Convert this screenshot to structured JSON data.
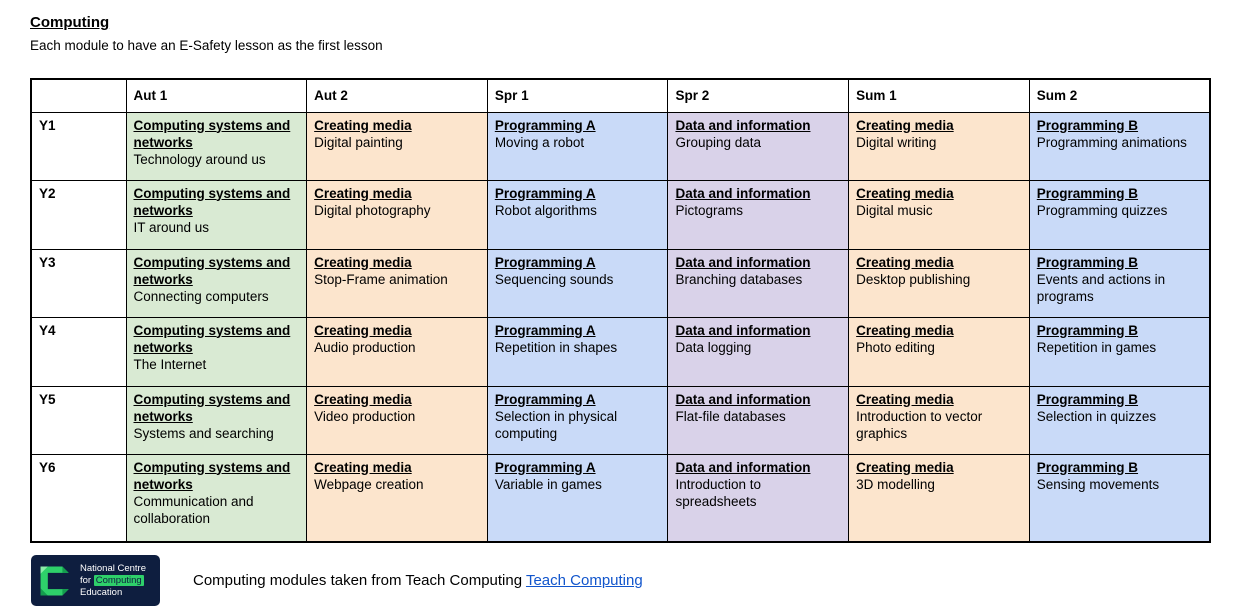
{
  "page": {
    "title": "Computing",
    "subtitle": "Each module to have an E-Safety lesson as the first lesson"
  },
  "table": {
    "headers": [
      "",
      "Aut 1",
      "Aut 2",
      "Spr 1",
      "Spr 2",
      "Sum 1",
      "Sum 2"
    ],
    "rows": [
      {
        "year": "Y1",
        "cells": [
          {
            "category": "Computing systems and networks",
            "topic": "Technology around us",
            "color": "green"
          },
          {
            "category": "Creating media",
            "topic": "Digital painting",
            "color": "orange"
          },
          {
            "category": "Programming A",
            "topic": "Moving a robot",
            "color": "blue"
          },
          {
            "category": "Data and information",
            "topic": "Grouping data",
            "color": "purple"
          },
          {
            "category": "Creating media",
            "topic": "Digital writing",
            "color": "orange"
          },
          {
            "category": "Programming B",
            "topic": "Programming animations",
            "color": "blue"
          }
        ]
      },
      {
        "year": "Y2",
        "cells": [
          {
            "category": "Computing systems and networks",
            "topic": "IT around us",
            "color": "green"
          },
          {
            "category": "Creating media",
            "topic": "Digital photography",
            "color": "orange"
          },
          {
            "category": "Programming A",
            "topic": "Robot algorithms",
            "color": "blue"
          },
          {
            "category": "Data and information",
            "topic": "Pictograms",
            "color": "purple"
          },
          {
            "category": "Creating media",
            "topic": "Digital music",
            "color": "orange"
          },
          {
            "category": "Programming B",
            "topic": "Programming quizzes",
            "color": "blue"
          }
        ]
      },
      {
        "year": "Y3",
        "cells": [
          {
            "category": "Computing systems and networks",
            "topic": "Connecting computers",
            "color": "green"
          },
          {
            "category": "Creating media",
            "topic": "Stop-Frame animation",
            "color": "orange"
          },
          {
            "category": "Programming A",
            "topic": "Sequencing sounds",
            "color": "blue"
          },
          {
            "category": "Data and information",
            "topic": "Branching databases",
            "color": "purple"
          },
          {
            "category": "Creating media",
            "topic": "Desktop publishing",
            "color": "orange"
          },
          {
            "category": "Programming B",
            "topic": "Events and actions in programs",
            "color": "blue"
          }
        ]
      },
      {
        "year": "Y4",
        "cells": [
          {
            "category": "Computing systems and networks",
            "topic": "The Internet",
            "color": "green"
          },
          {
            "category": "Creating media",
            "topic": "Audio production",
            "color": "orange"
          },
          {
            "category": "Programming A",
            "topic": "Repetition in shapes",
            "color": "blue"
          },
          {
            "category": "Data and information",
            "topic": "Data logging",
            "color": "purple"
          },
          {
            "category": "Creating media",
            "topic": "Photo editing",
            "color": "orange"
          },
          {
            "category": "Programming B",
            "topic": "Repetition in games",
            "color": "blue"
          }
        ]
      },
      {
        "year": "Y5",
        "cells": [
          {
            "category": "Computing systems and networks",
            "topic": "Systems and searching",
            "color": "green"
          },
          {
            "category": "Creating media",
            "topic": "Video production",
            "color": "orange"
          },
          {
            "category": "Programming A",
            "topic": "Selection in physical computing",
            "color": "blue"
          },
          {
            "category": "Data and information",
            "topic": "Flat-file databases",
            "color": "purple"
          },
          {
            "category": "Creating media",
            "topic": "Introduction to vector graphics",
            "color": "orange"
          },
          {
            "category": "Programming B",
            "topic": "Selection in quizzes",
            "color": "blue"
          }
        ]
      },
      {
        "year": "Y6",
        "cells": [
          {
            "category": "Computing systems and networks",
            "topic": "Communication and collaboration",
            "color": "green"
          },
          {
            "category": "Creating media",
            "topic": "Webpage creation",
            "color": "orange"
          },
          {
            "category": "Programming A",
            "topic": "Variable in games",
            "color": "blue"
          },
          {
            "category": "Data and information",
            "topic": "Introduction to spreadsheets",
            "color": "purple"
          },
          {
            "category": "Creating media",
            "topic": "3D modelling",
            "color": "orange"
          },
          {
            "category": "Programming B",
            "topic": "Sensing movements",
            "color": "blue"
          }
        ]
      }
    ]
  },
  "colors": {
    "green": "#d9ead3",
    "orange": "#fce5cd",
    "blue": "#c9daf8",
    "purple": "#d9d2e9",
    "link": "#1155cc",
    "logo_bg": "#0e1e3f",
    "logo_green": "#2ed06a",
    "logo_green_dark": "#149c4e",
    "logo_green_light": "#8ceda9"
  },
  "footer": {
    "logo": {
      "line1": "National Centre",
      "line2_prefix": "for ",
      "line2_highlight": "Computing",
      "line3": "Education"
    },
    "text": "Computing modules taken from Teach Computing ",
    "link": "Teach Computing"
  }
}
